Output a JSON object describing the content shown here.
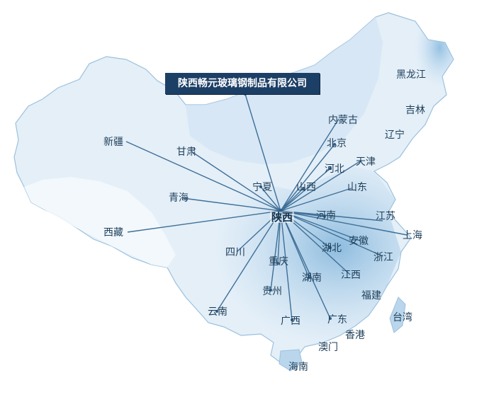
{
  "company_banner": "陕西畅元玻璃钢制品有限公司",
  "hub": {
    "name": "陕西"
  },
  "regions": [
    {
      "key": "heilongjiang",
      "name": "黑龙江"
    },
    {
      "key": "jilin",
      "name": "吉林"
    },
    {
      "key": "liaoning",
      "name": "辽宁"
    },
    {
      "key": "neimenggu",
      "name": "内蒙古"
    },
    {
      "key": "beijing",
      "name": "北京"
    },
    {
      "key": "tianjin",
      "name": "天津"
    },
    {
      "key": "hebei",
      "name": "河北"
    },
    {
      "key": "shandong",
      "name": "山东"
    },
    {
      "key": "shanxi",
      "name": "山西"
    },
    {
      "key": "ningxia",
      "name": "宁夏"
    },
    {
      "key": "gansu",
      "name": "甘肃"
    },
    {
      "key": "xinjiang",
      "name": "新疆"
    },
    {
      "key": "qinghai",
      "name": "青海"
    },
    {
      "key": "xizang",
      "name": "西藏"
    },
    {
      "key": "henan",
      "name": "河南"
    },
    {
      "key": "jiangsu",
      "name": "江苏"
    },
    {
      "key": "shanghai",
      "name": "上海"
    },
    {
      "key": "anhui",
      "name": "安徽"
    },
    {
      "key": "hubei",
      "name": "湖北"
    },
    {
      "key": "zhejiang",
      "name": "浙江"
    },
    {
      "key": "sichuan",
      "name": "四川"
    },
    {
      "key": "chongqing",
      "name": "重庆"
    },
    {
      "key": "hunan",
      "name": "湖南"
    },
    {
      "key": "jiangxi",
      "name": "江西"
    },
    {
      "key": "guizhou",
      "name": "贵州"
    },
    {
      "key": "fujian",
      "name": "福建"
    },
    {
      "key": "taiwan",
      "name": "台湾"
    },
    {
      "key": "yunnan",
      "name": "云南"
    },
    {
      "key": "guangxi",
      "name": "广西"
    },
    {
      "key": "guangdong",
      "name": "广东"
    },
    {
      "key": "xianggang",
      "name": "香港"
    },
    {
      "key": "aomen",
      "name": "澳门"
    },
    {
      "key": "hainan",
      "name": "海南"
    }
  ],
  "colors": {
    "land_light": "#dcebf7",
    "land_mid": "#b9d6ec",
    "land_dark": "#8fbedf",
    "route_line": "#3f6f97",
    "banner_bg": "#1c3f66"
  }
}
